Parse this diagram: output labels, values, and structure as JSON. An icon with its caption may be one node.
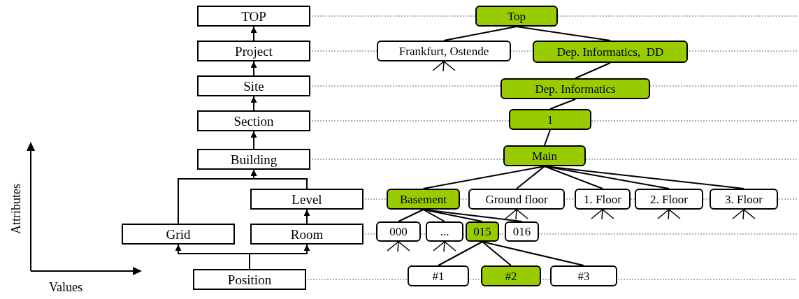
{
  "diagram": {
    "nodes": [
      {
        "text": [
          "TOP"
        ]
      },
      {
        "text": [
          "Project"
        ]
      },
      {
        "text": [
          "Site"
        ]
      },
      {
        "text": [
          "Section"
        ]
      },
      {
        "text": [
          "Building"
        ]
      },
      {
        "text": [
          "Level"
        ]
      },
      {
        "text": [
          "Grid"
        ]
      },
      {
        "text": [
          "Room"
        ]
      },
      {
        "text": [
          "Position"
        ]
      },
      {
        "text": [
          "Top"
        ]
      },
      {
        "text": [
          "Frankfurt, Ostende"
        ]
      },
      {
        "text": [
          "Dep. Informatics,  DD"
        ]
      },
      {
        "text": [
          "Dep. Informatics"
        ]
      },
      {
        "text": [
          "1"
        ]
      },
      {
        "text": [
          "Main"
        ]
      },
      {
        "text": [
          "Basement"
        ]
      },
      {
        "text": [
          "Ground floor"
        ]
      },
      {
        "text": [
          "1. Floor"
        ]
      },
      {
        "text": [
          "2. Floor"
        ]
      },
      {
        "text": [
          "3. Floor"
        ]
      },
      {
        "text": [
          "000"
        ]
      },
      {
        "text": [
          "..."
        ]
      },
      {
        "text": [
          "015"
        ]
      },
      {
        "text": [
          "016"
        ]
      },
      {
        "text": [
          "#1"
        ]
      },
      {
        "text": [
          "#2"
        ]
      },
      {
        "text": [
          "#3"
        ]
      }
    ],
    "edges": [
      {
        "from": 1,
        "to": 0,
        "arrow": "to"
      },
      {
        "from": 2,
        "to": 1,
        "arrow": "to"
      },
      {
        "from": 3,
        "to": 2,
        "arrow": "to"
      },
      {
        "from": 4,
        "to": 3,
        "arrow": "to"
      },
      {
        "from": 5,
        "to": 4,
        "arrow": "to"
      },
      {
        "from": 6,
        "to": 4,
        "arrow": "to"
      },
      {
        "from": 7,
        "to": 5,
        "arrow": "to"
      },
      {
        "from": 8,
        "to": 6,
        "arrow": "to"
      },
      {
        "from": 8,
        "to": 7,
        "arrow": "to"
      },
      {
        "from": 9,
        "to": 10,
        "arrow": "none"
      },
      {
        "from": 9,
        "to": 11,
        "arrow": "none"
      },
      {
        "from": 11,
        "to": 12,
        "arrow": "none"
      },
      {
        "from": 12,
        "to": 13,
        "arrow": "none"
      },
      {
        "from": 13,
        "to": 14,
        "arrow": "none"
      },
      {
        "from": 14,
        "to": 15,
        "arrow": "none"
      },
      {
        "from": 14,
        "to": 16,
        "arrow": "none"
      },
      {
        "from": 14,
        "to": 17,
        "arrow": "none"
      },
      {
        "from": 14,
        "to": 18,
        "arrow": "none"
      },
      {
        "from": 14,
        "to": 19,
        "arrow": "none"
      },
      {
        "from": 15,
        "to": 20,
        "arrow": "none"
      },
      {
        "from": 15,
        "to": 21,
        "arrow": "none"
      },
      {
        "from": 15,
        "to": 22,
        "arrow": "none"
      },
      {
        "from": 15,
        "to": 23,
        "arrow": "none"
      },
      {
        "from": 22,
        "to": 24,
        "arrow": "none"
      },
      {
        "from": 22,
        "to": 25,
        "arrow": "none"
      },
      {
        "from": 22,
        "to": 26,
        "arrow": "none"
      }
    ],
    "labels": [
      "Attributes",
      "Values"
    ]
  }
}
